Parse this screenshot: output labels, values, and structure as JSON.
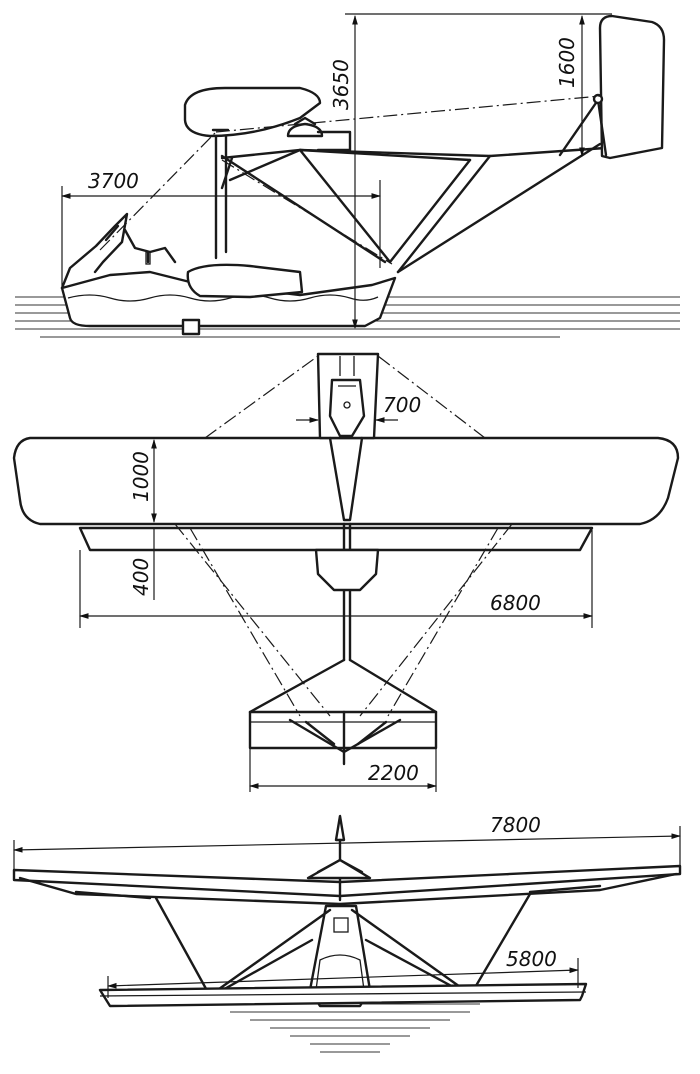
{
  "dimensions": {
    "side_length": "3700",
    "side_height": "3650",
    "tail_height": "1600",
    "fuselage_width": "700",
    "wing_chord": "1000",
    "float_offset": "400",
    "float_span": "6800",
    "stabilizer_span": "2200",
    "wing_span": "7800",
    "front_float_span": "5800"
  }
}
